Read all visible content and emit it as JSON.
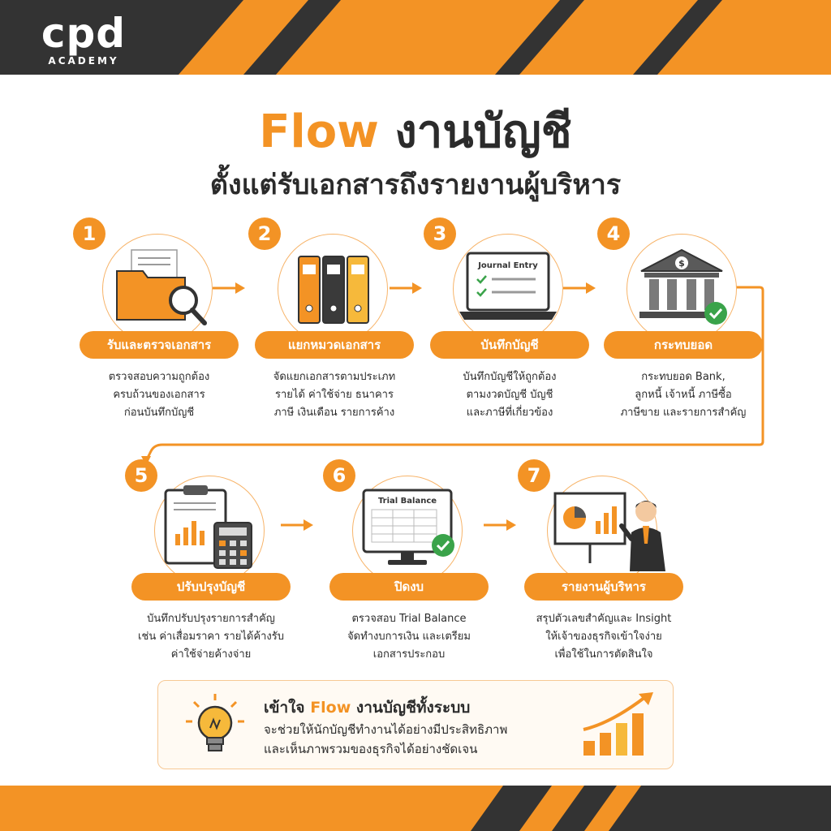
{
  "brand": {
    "logo": "cpd",
    "tagline": "ACADEMY",
    "colors": {
      "orange": "#f39325",
      "dark": "#333333",
      "light_orange": "#f7b46a"
    }
  },
  "title": {
    "accent": "Flow",
    "rest": " งานบัญชี"
  },
  "subtitle": "ตั้งแต่รับเอกสารถึงรายงานผู้บริหาร",
  "steps": [
    {
      "number": "1",
      "label": "รับและตรวจเอกสาร",
      "icon": "folder-search-icon",
      "lines": [
        "ตรวจสอบความถูกต้อง",
        "ครบถ้วนของเอกสาร",
        "ก่อนบันทึกบัญชี"
      ]
    },
    {
      "number": "2",
      "label": "แยกหมวดเอกสาร",
      "icon": "binders-icon",
      "lines": [
        "จัดแยกเอกสารตามประเภท",
        "รายได้ ค่าใช้จ่าย ธนาคาร",
        "ภาษี เงินเดือน รายการค้าง"
      ]
    },
    {
      "number": "3",
      "label": "บันทึกบัญชี",
      "icon": "laptop-journal-icon",
      "icon_text": "Journal Entry",
      "lines": [
        "บันทึกบัญชีให้ถูกต้อง",
        "ตามงวดบัญชี บัญชี",
        "และภาษีที่เกี่ยวข้อง"
      ]
    },
    {
      "number": "4",
      "label": "กระทบยอด",
      "icon": "bank-check-icon",
      "lines": [
        "กระทบยอด Bank,",
        "ลูกหนี้ เจ้าหนี้ ภาษีซื้อ",
        "ภาษีขาย และรายการสำคัญ"
      ]
    },
    {
      "number": "5",
      "label": "ปรับปรุงบัญชี",
      "icon": "clipboard-calculator-icon",
      "lines": [
        "บันทึกปรับปรุงรายการสำคัญ",
        "เช่น ค่าเสื่อมราคา รายได้ค้างรับ",
        "ค่าใช้จ่ายค้างจ่าย"
      ]
    },
    {
      "number": "6",
      "label": "ปิดงบ",
      "icon": "monitor-trial-balance-icon",
      "icon_text": "Trial Balance",
      "lines": [
        "ตรวจสอบ Trial Balance",
        "จัดทำงบการเงิน และเตรียม",
        "เอกสารประกอบ"
      ]
    },
    {
      "number": "7",
      "label": "รายงานผู้บริหาร",
      "icon": "presenter-board-icon",
      "lines": [
        "สรุปตัวเลขสำคัญและ Insight",
        "ให้เจ้าของธุรกิจเข้าใจง่าย",
        "เพื่อใช้ในการตัดสินใจ"
      ]
    }
  ],
  "summary": {
    "title_prefix": "เข้าใจ ",
    "title_accent": "Flow",
    "title_suffix": " งานบัญชีทั้งระบบ",
    "line1": "จะช่วยให้นักบัญชีทำงานได้อย่างมีประสิทธิภาพ",
    "line2": "และเห็นภาพรวมของธุรกิจได้อย่างชัดเจน",
    "left_icon": "lightbulb-icon",
    "right_icon": "growth-chart-icon"
  }
}
